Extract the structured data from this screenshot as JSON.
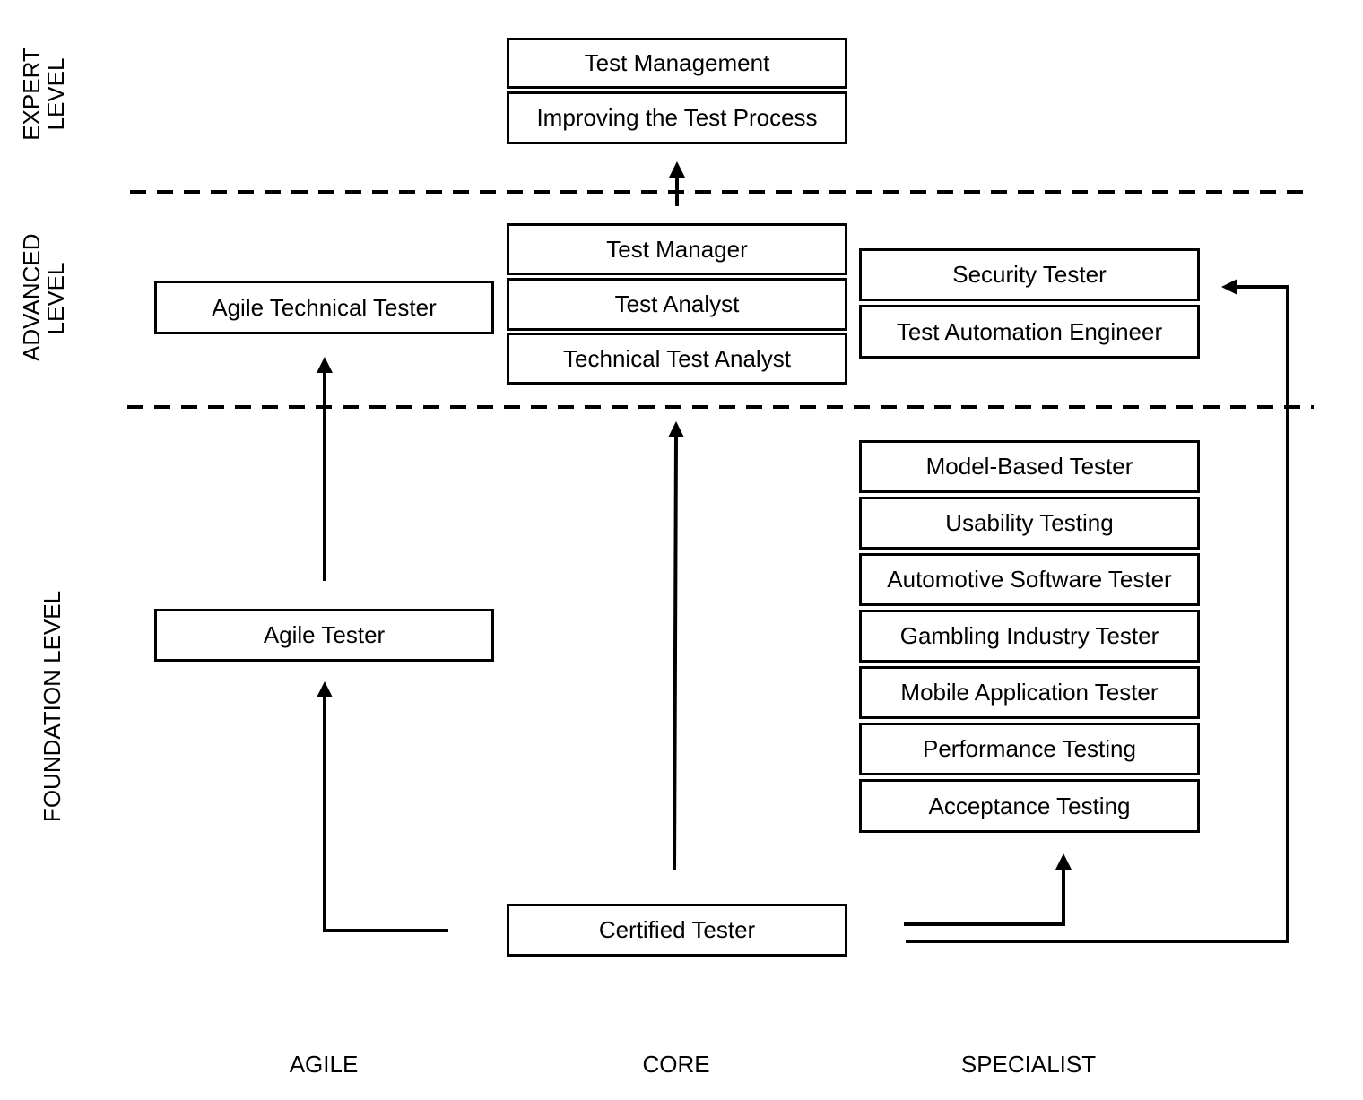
{
  "levels": {
    "expert": [
      "EXPERT",
      "LEVEL"
    ],
    "advanced": [
      "ADVANCED",
      "LEVEL"
    ],
    "foundation": [
      "FOUNDATION LEVEL"
    ]
  },
  "columns": {
    "agile": "AGILE",
    "core": "CORE",
    "specialist": "SPECIALIST"
  },
  "expert_core": [
    "Test Management",
    "Improving the Test Process"
  ],
  "advanced_agile": "Agile Technical Tester",
  "advanced_core": [
    "Test Manager",
    "Test Analyst",
    "Technical Test Analyst"
  ],
  "advanced_specialist": [
    "Security Tester",
    "Test Automation Engineer"
  ],
  "foundation_agile": "Agile Tester",
  "foundation_core": "Certified Tester",
  "foundation_specialist": [
    "Model-Based Tester",
    "Usability Testing",
    "Automotive Software Tester",
    "Gambling Industry Tester",
    "Mobile Application Tester",
    "Performance Testing",
    "Acceptance Testing"
  ]
}
